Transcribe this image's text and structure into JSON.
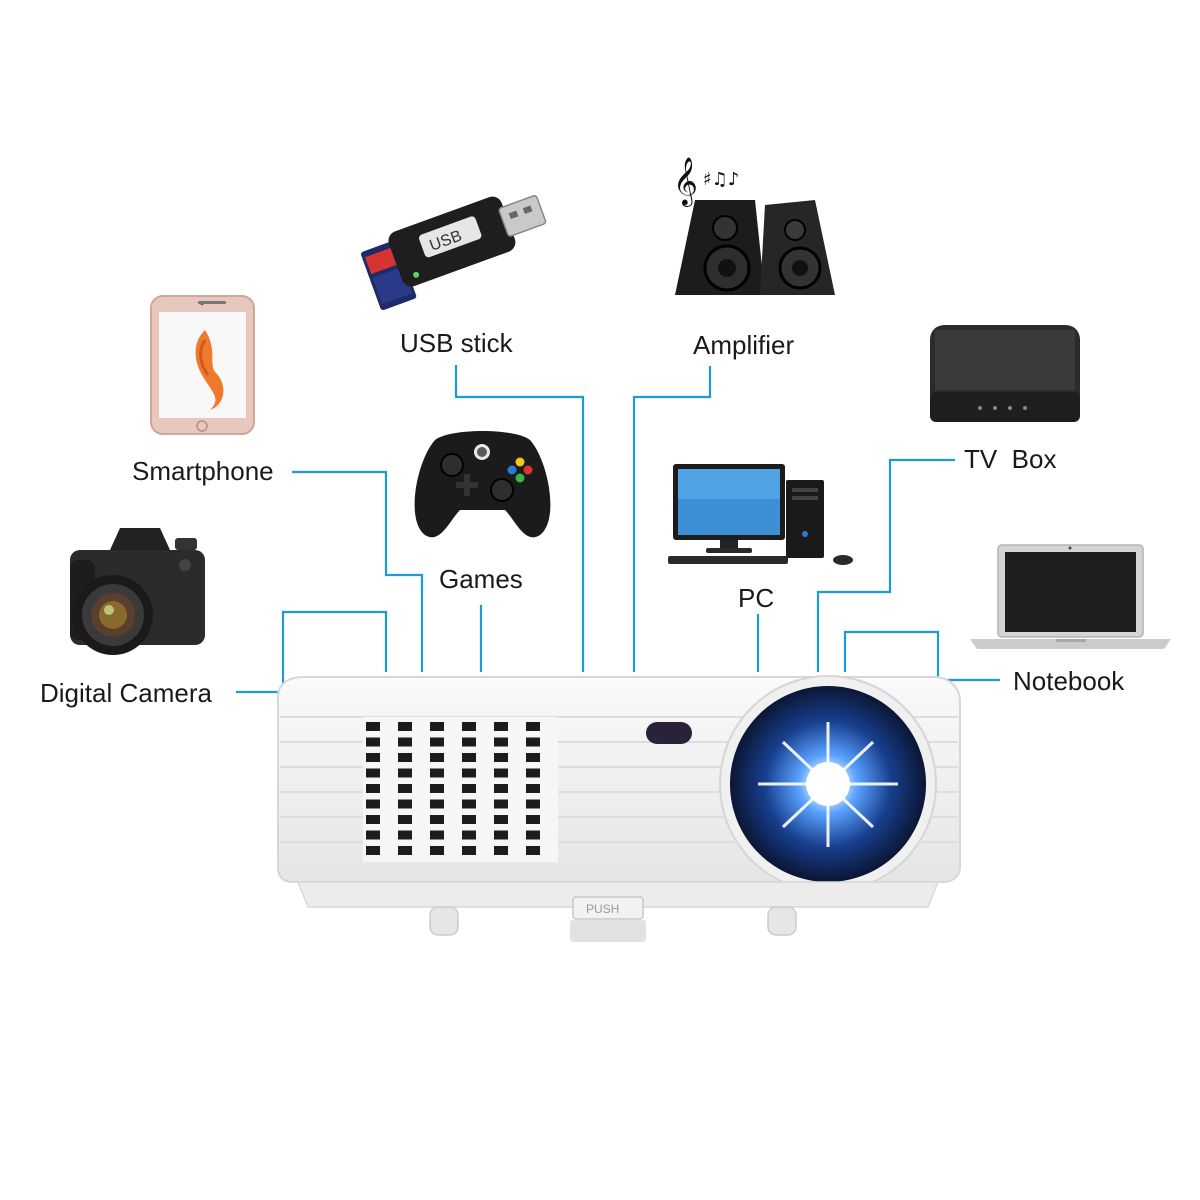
{
  "labels": {
    "usb": "USB stick",
    "amplifier": "Amplifier",
    "smartphone": "Smartphone",
    "games": "Games",
    "tv_box": "TV  Box",
    "pc": "PC",
    "digital_camera": "Digital Camera",
    "notebook": "Notebook"
  },
  "usb_text": "USB",
  "projector_badge": "PUSH",
  "colors": {
    "connector": "#1e9ad6",
    "projector_body": "#f3f3f3",
    "lens_glow": "#3a7bd5"
  }
}
